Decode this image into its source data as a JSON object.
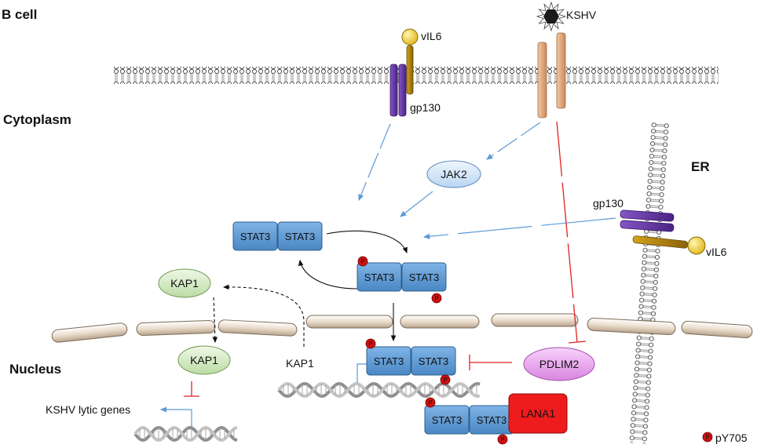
{
  "regions": {
    "cell": "B cell",
    "cytoplasm": "Cytoplasm",
    "nucleus": "Nucleus",
    "er": "ER"
  },
  "molecules": {
    "vil6_membrane": "vIL6",
    "gp130_membrane": "gp130",
    "kshv": "KSHV",
    "jak2": "JAK2",
    "gp130_er": "gp130",
    "vil6_er": "vIL6",
    "kap1_cytoplasm": "KAP1",
    "kap1_nucleus": "KAP1",
    "kap1_gene": "KAP1",
    "pdlim2": "PDLIM2",
    "lana1": "LANA1",
    "stat3": "STAT3",
    "kshv_lytic_genes": "KSHV lytic genes"
  },
  "legend": {
    "phospho_symbol": "P",
    "phospho_label": "pY705"
  },
  "colors": {
    "stat3_fill": "#5b9bd5",
    "stat3_stroke": "#2e5f8a",
    "jak2_fill": "#d6e9fb",
    "kap1_fill": "#d8eccb",
    "pdlim2_fill": "#e9a6ef",
    "lana1_fill": "#ee1c1c",
    "gp130_fill": "#6a3aa8",
    "vil6_fill": "#b8860b",
    "vil6_head": "#f4d03f",
    "kshv_receptor": "#e8b48c",
    "activation_arrow": "#5b9bd5",
    "inhibition": "#e02020",
    "phospho": "#d01010"
  }
}
